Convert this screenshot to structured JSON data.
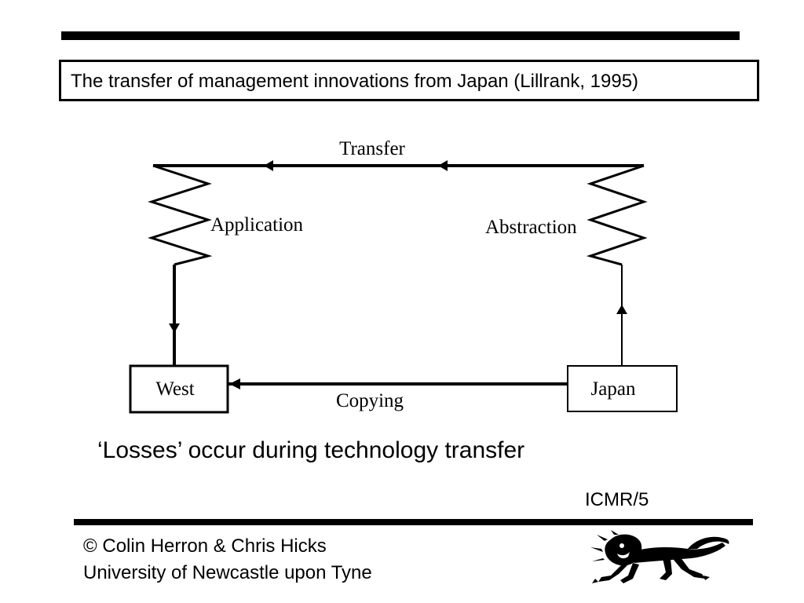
{
  "slide": {
    "title": "The transfer of management innovations from Japan (Lillrank, 1995)",
    "caption": "‘Losses’ occur during technology transfer",
    "slide_id": "ICMR/5",
    "footer": {
      "credit_symbol": "©",
      "credit_names": "Colin Herron & Chris Hicks",
      "institution": "University of Newcastle upon Tyne"
    },
    "logo_icon": "heraldic-lion-logo-icon"
  },
  "diagram": {
    "labels": {
      "transfer": "Transfer",
      "application": "Application",
      "abstraction": "Abstraction",
      "copying": "Copying"
    },
    "nodes": {
      "west": "West",
      "japan": "Japan"
    },
    "flows": [
      {
        "from": "Japan",
        "to": "West",
        "via": "Copying"
      },
      {
        "from": "Japan",
        "to": "Abstraction"
      },
      {
        "from": "Abstraction",
        "to": "Application",
        "via": "Transfer"
      },
      {
        "from": "Application",
        "to": "West"
      }
    ]
  }
}
